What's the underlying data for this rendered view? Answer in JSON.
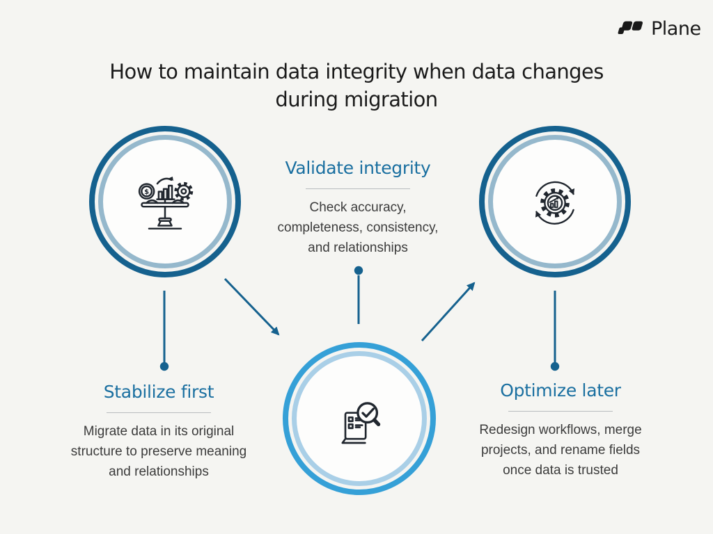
{
  "colors": {
    "background": "#f5f5f2",
    "title_text": "#1a1a1a",
    "body_text": "#3b3b3b",
    "heading_teal": "#1a6fa0",
    "ring_dark": "#15618e",
    "ring_dark_inner": "#95b8cc",
    "ring_bright": "#35a0d7",
    "ring_bright_inner": "#a9cfe7",
    "connector": "#15618e",
    "icon_stroke": "#20262e",
    "logo_color": "#191919",
    "divider": "#b9bcbe",
    "circle_fill": "#fdfdfc"
  },
  "logo": {
    "brand": "Plane",
    "icon": "plane-logo-mark"
  },
  "title": {
    "lines": [
      "How to maintain data integrity when data changes",
      "during migration"
    ]
  },
  "steps": [
    {
      "heading": "Stabilize first",
      "icon": "balance-scale-icon",
      "body_lines": [
        "Migrate data in its original",
        "structure to preserve meaning",
        "and relationships"
      ]
    },
    {
      "heading": "Validate integrity",
      "icon": "document-check-search-icon",
      "body_lines": [
        "Check accuracy,",
        "completeness, consistency,",
        "and relationships"
      ]
    },
    {
      "heading": "Optimize later",
      "icon": "gear-sync-icon",
      "body_lines": [
        "Redesign workflows, merge",
        "projects, and rename fields",
        "once data is trusted"
      ]
    }
  ]
}
